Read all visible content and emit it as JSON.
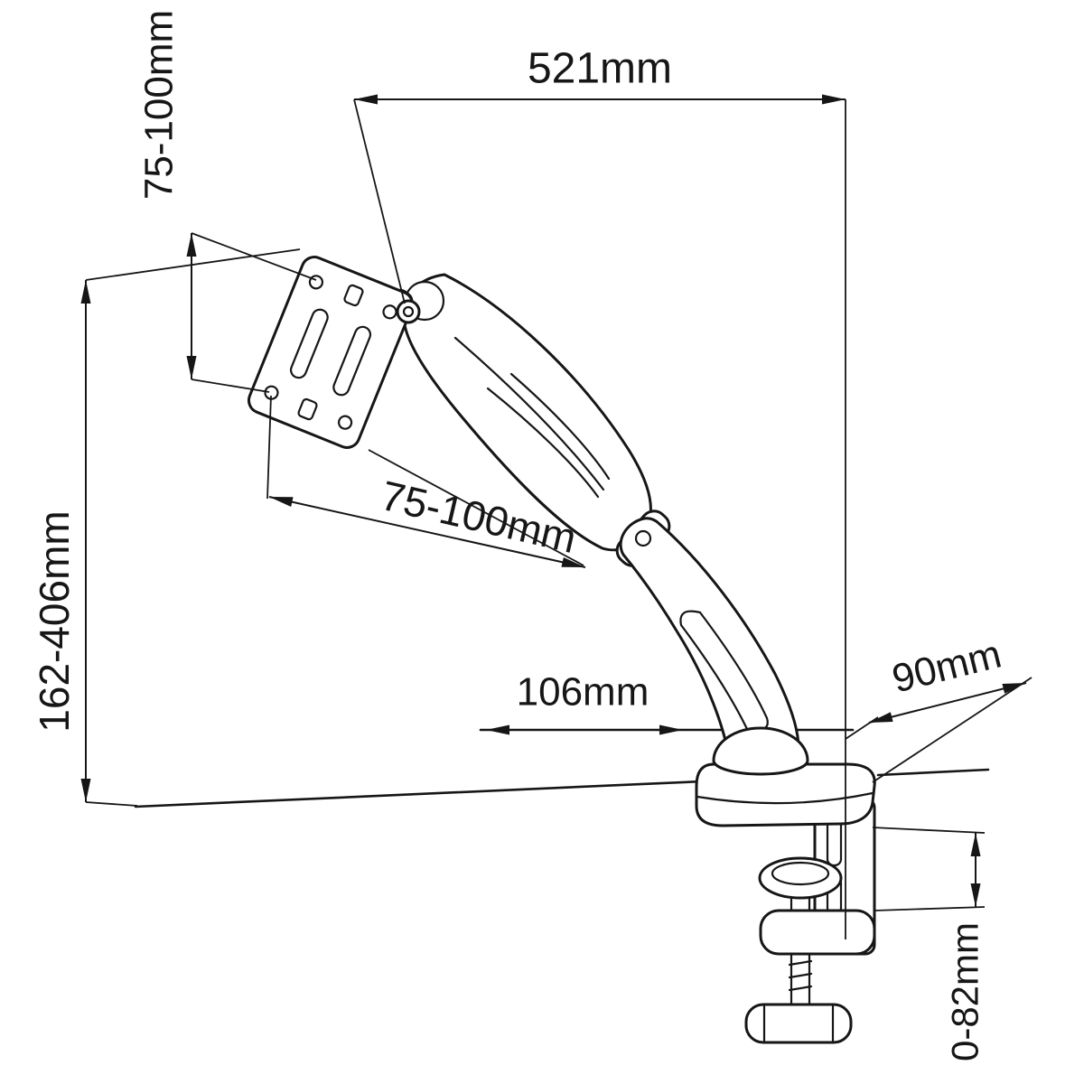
{
  "figure": {
    "subject": "desk-mounted gas-spring monitor arm - dimensional line drawing",
    "background_color": "#ffffff",
    "line_color": "#161616",
    "dimensions": {
      "reach": {
        "label": "521mm"
      },
      "vesa_vertical": {
        "label": "75-100mm"
      },
      "height_range": {
        "label": "162-406mm"
      },
      "vesa_horizontal": {
        "label": "75-100mm"
      },
      "depth_offset": {
        "label": "106mm"
      },
      "base_width": {
        "label": "90mm"
      },
      "clamp_range": {
        "label": "0-82mm"
      }
    }
  }
}
